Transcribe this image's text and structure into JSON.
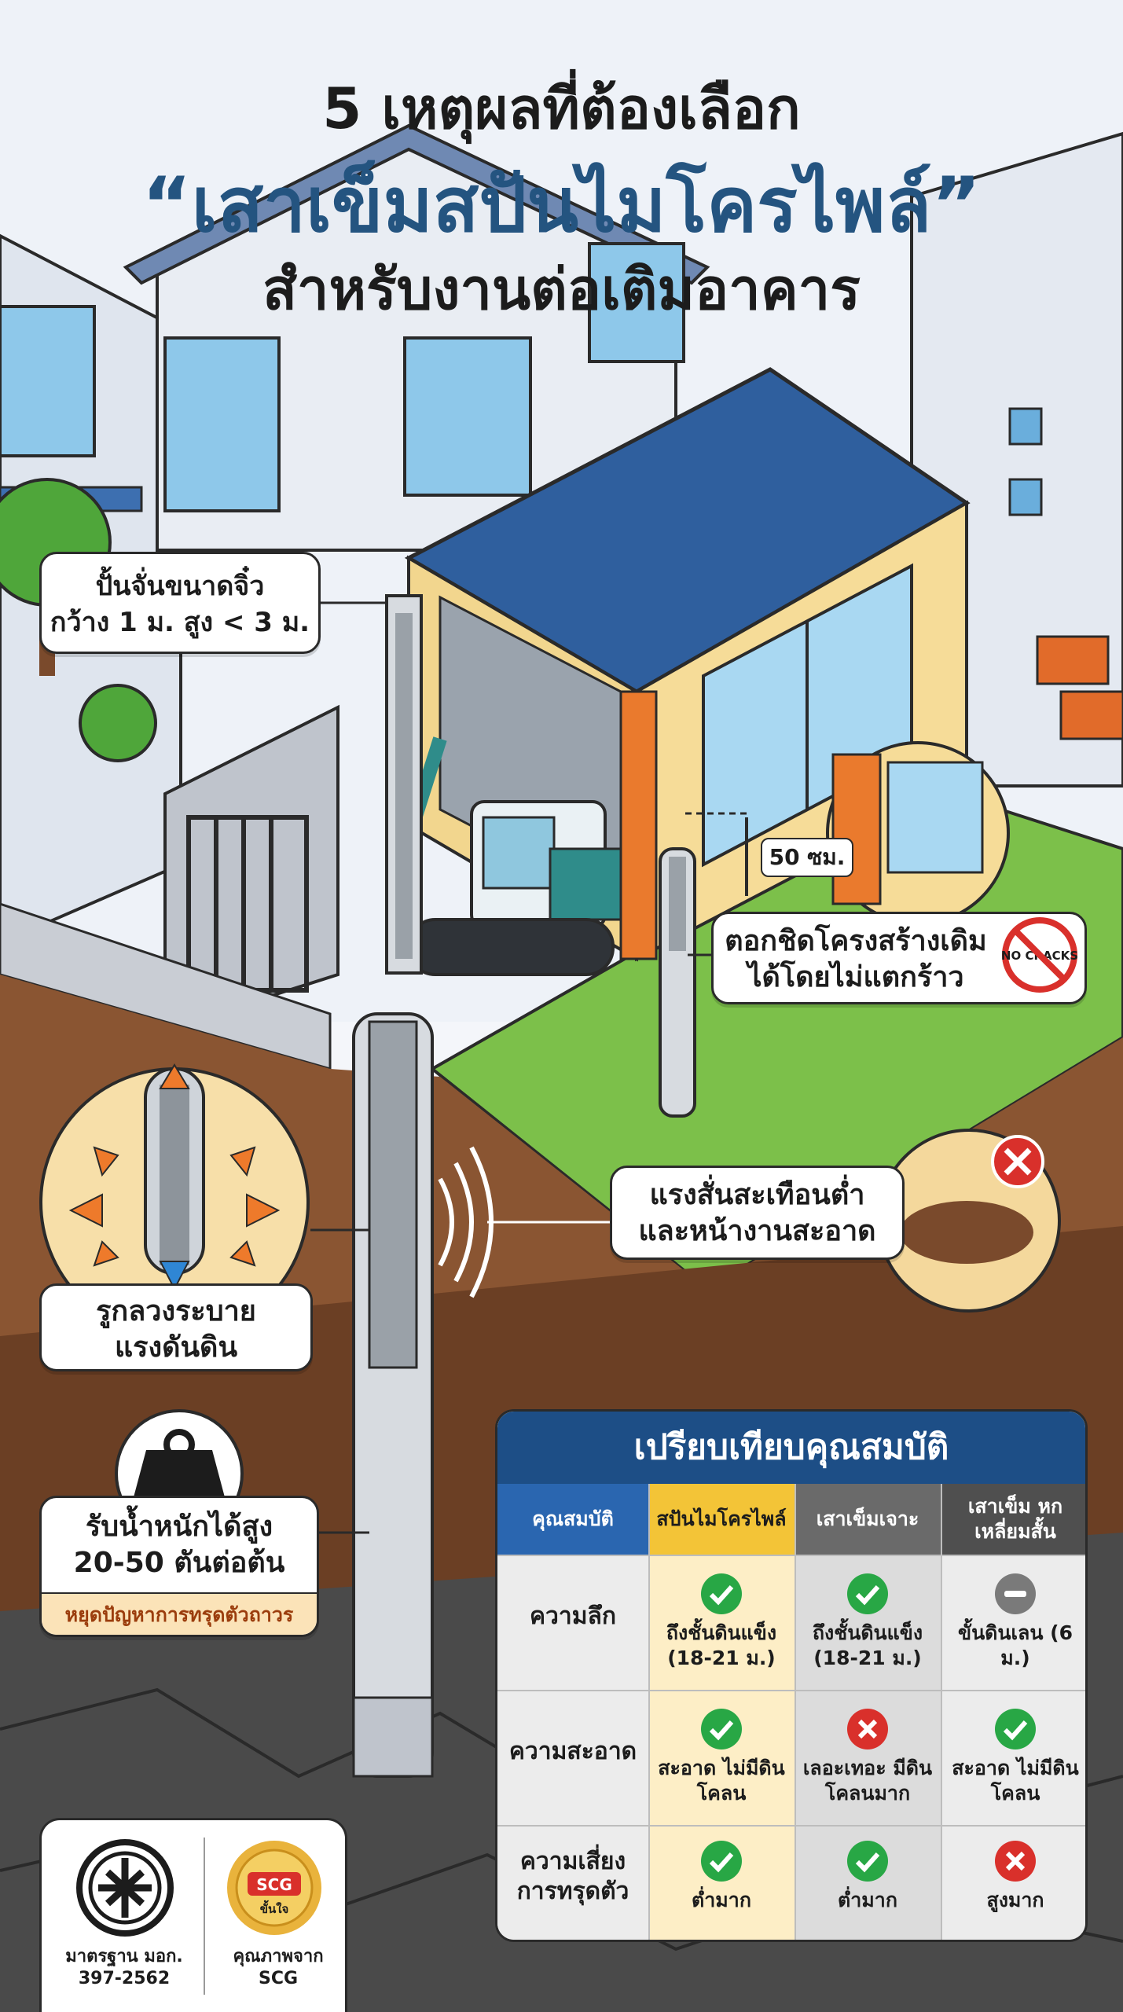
{
  "title": {
    "line1": "5 เหตุผลที่ต้องเลือก",
    "line2": "“เสาเข็มสปันไมโครไพล์”",
    "line3": "สำหรับงานต่อเติมอาคาร"
  },
  "callouts": {
    "opening": {
      "line1": "ปั้นจั่นขนาดจิ๋ว",
      "line2": "กว้าง 1 ม. สูง < 3 ม."
    },
    "tight": {
      "line1": "ตอกชิดโครงสร้างเดิม",
      "line2": "ได้โดยไม่แตกร้าว"
    },
    "distance_label": "50 ซม.",
    "no_cracks_badge": "NO CRACKS",
    "vibration": {
      "line1": "แรงสั่นสะเทือนต่ำ",
      "line2": "และหน้างานสะอาด"
    },
    "hole": {
      "line1": "รูกลวงระบาย",
      "line2": "แรงดันดิน"
    },
    "load": {
      "line1": "รับน้ำหนักได้สูง",
      "line2": "20-50 ตันต่อต้น",
      "fix": "หยุดปัญหาการทรุดตัวถาวร"
    }
  },
  "comparison": {
    "title": "เปรียบเทียบคุณสมบัติ",
    "headers": [
      "คุณสมบัติ",
      "สปันไมโครไพล์",
      "เสาเข็มเจาะ",
      "เสาเข็ม หกเหลี่ยมสั้น"
    ],
    "rows": [
      {
        "label": "ความลึก",
        "cells": [
          {
            "status": "check",
            "text": "ถึงชั้นดินแข็ง (18-21 ม.)"
          },
          {
            "status": "check",
            "text": "ถึงชั้นดินแข็ง (18-21 ม.)"
          },
          {
            "status": "neutral",
            "text": "ขั้นดินเลน (6 ม.)"
          }
        ]
      },
      {
        "label": "ความสะอาด",
        "cells": [
          {
            "status": "check",
            "text": "สะอาด ไม่มีดินโคลน"
          },
          {
            "status": "cross",
            "text": "เลอะเทอะ มีดินโคลนมาก"
          },
          {
            "status": "check",
            "text": "สะอาด ไม่มีดินโคลน"
          }
        ]
      },
      {
        "label": "ความเสี่ยง การทรุดตัว",
        "cells": [
          {
            "status": "check",
            "text": "ต่ำมาก"
          },
          {
            "status": "check",
            "text": "ต่ำมาก"
          },
          {
            "status": "cross",
            "text": "สูงมาก"
          }
        ]
      }
    ]
  },
  "certification": {
    "tis_label": "มาตรฐาน มอก. 397-2562",
    "scg_badge": "SCG",
    "scg_sub": "ขั้นใจ",
    "scg_label": "คุณภาพจาก SCG"
  },
  "colors": {
    "title_accent": "#245480",
    "table_header": "#1d4e86",
    "check_green": "#28a745",
    "cross_red": "#d9302b",
    "soil_brown": "#7a4a2c",
    "grass_green": "#7cc04a",
    "roof_blue": "#2f5f9e"
  }
}
